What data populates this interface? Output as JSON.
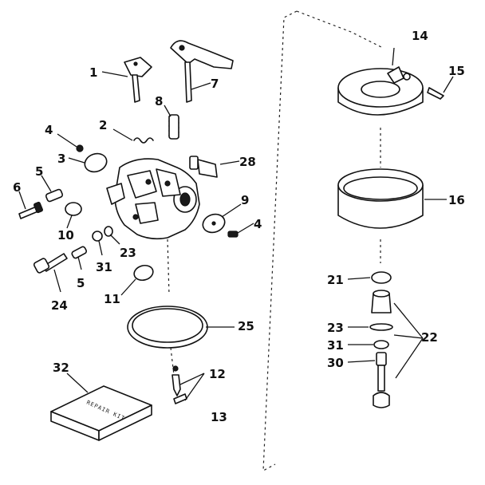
{
  "colors": {
    "ink": "#111111",
    "paper": "#ffffff"
  },
  "callouts": {
    "c1": "1",
    "c2": "2",
    "c3": "3",
    "c4a": "4",
    "c4b": "4",
    "c5a": "5",
    "c5b": "5",
    "c6": "6",
    "c7": "7",
    "c8": "8",
    "c9": "9",
    "c10": "10",
    "c11": "11",
    "c12": "12",
    "c13": "13",
    "c14": "14",
    "c15": "15",
    "c16": "16",
    "c21": "21",
    "c22": "22",
    "c23a": "23",
    "c23b": "23",
    "c24": "24",
    "c25": "25",
    "c28": "28",
    "c30": "30",
    "c31a": "31",
    "c31b": "31",
    "c32": "32"
  },
  "repair_kit": {
    "label": "REPAIR KIT"
  }
}
